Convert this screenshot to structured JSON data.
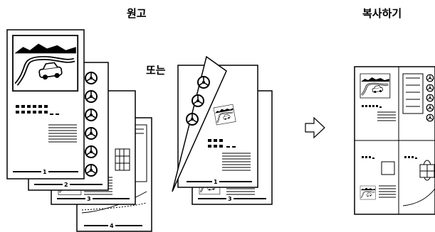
{
  "labels": {
    "original": "원고",
    "or": "또는",
    "copy": "복사하기"
  },
  "page_numbers": {
    "p1": "1",
    "p2": "2",
    "p3": "3",
    "p4": "4",
    "folded_p1": "1",
    "folded_p3": "3"
  },
  "icons": {
    "arrow": "right-arrow-outline-icon",
    "car": "car-illustration-icon",
    "wheel": "steering-wheel-icon"
  },
  "colors": {
    "ink": "#000000",
    "paper": "#ffffff"
  }
}
